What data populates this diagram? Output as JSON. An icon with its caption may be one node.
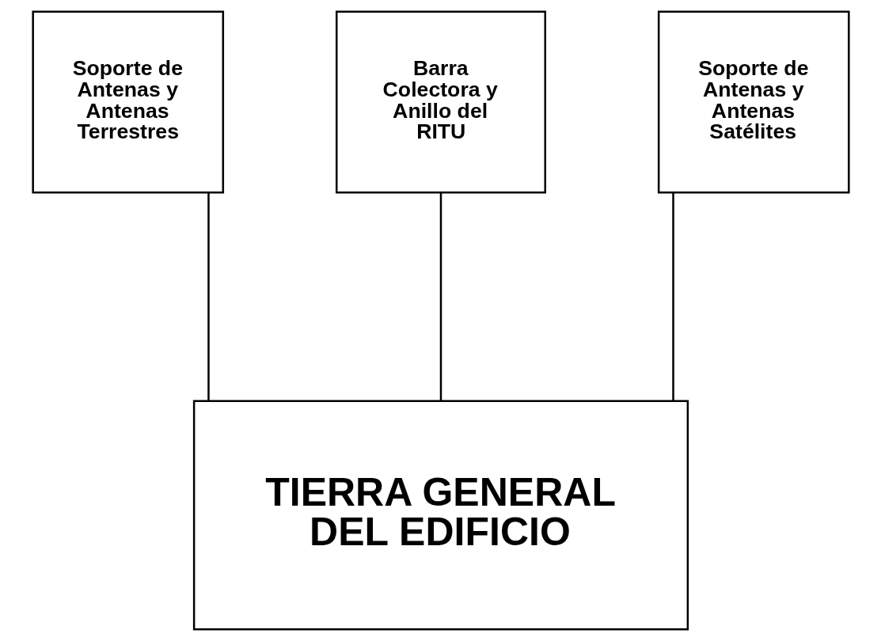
{
  "diagram": {
    "nodes": [
      {
        "text": [
          "Soporte de Antenas y Antenas Terrestres"
        ]
      },
      {
        "text": [
          "Barra Colectora y Anillo del RITU"
        ]
      },
      {
        "text": [
          "Soporte de Antenas y Antenas Satélites"
        ]
      },
      {
        "text": [
          "TIERRA GENERAL DEL EDIFICIO"
        ]
      }
    ],
    "edges": [
      {
        "from": 0,
        "to": 3,
        "arrow": "none"
      },
      {
        "from": 1,
        "to": 3,
        "arrow": "none"
      },
      {
        "from": 2,
        "to": 3,
        "arrow": "none"
      }
    ]
  }
}
